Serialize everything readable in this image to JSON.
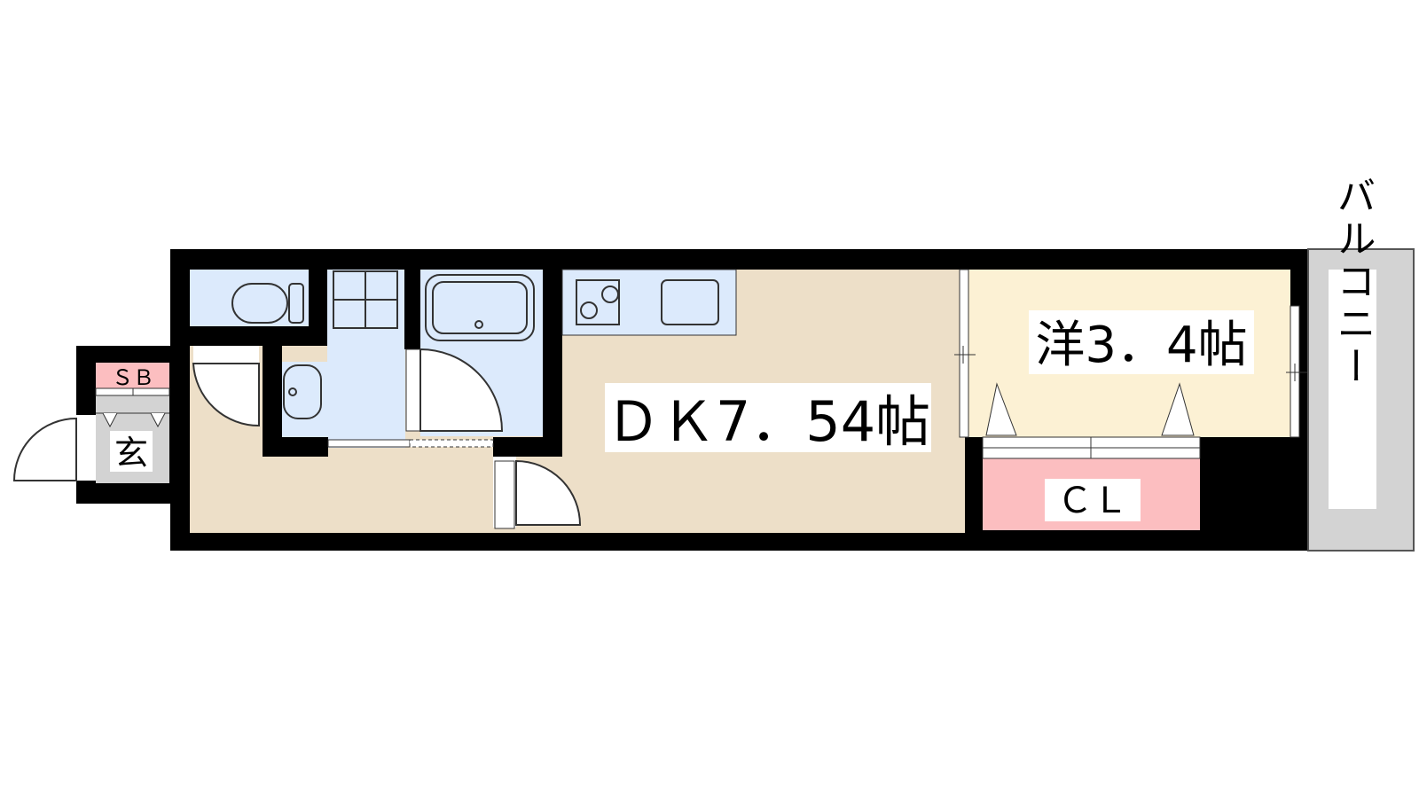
{
  "rooms": {
    "dk": {
      "label": "ＤＫ7．54帖",
      "color": "#EDDFC8"
    },
    "western": {
      "label": "洋3．4帖",
      "color": "#FCF1D4"
    },
    "closet": {
      "label": "ＣＬ",
      "color": "#FCBEC0"
    },
    "entrance": {
      "label": "玄",
      "color": "#D3D3D3"
    },
    "shoe_box": {
      "label": "ＳＢ",
      "color": "#FCBEC0"
    },
    "balcony": {
      "label": "バルコニー",
      "color": "#D3D3D3"
    },
    "wet_area": {
      "color": "#DCEAFC"
    }
  },
  "colors": {
    "wall": "#000000",
    "line": "#333333"
  }
}
